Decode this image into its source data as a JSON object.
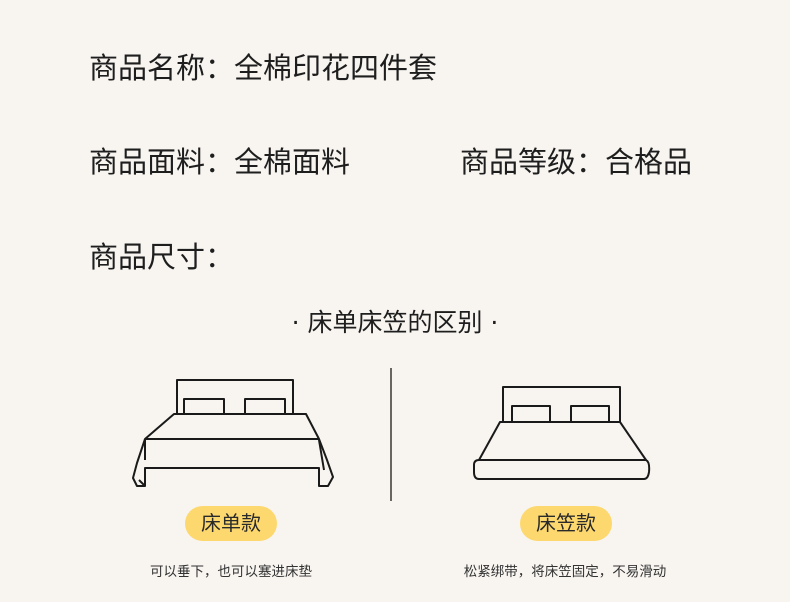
{
  "product": {
    "name": "商品名称：全棉印花四件套",
    "fabric": "商品面料：全棉面料",
    "grade": "商品等级：合格品",
    "size": "商品尺寸："
  },
  "section": {
    "title": "· 床单床笠的区别 ·",
    "items": [
      {
        "label": "床单款",
        "caption": "可以垂下，也可以塞进床垫",
        "icon": "flat-sheet-bed-icon"
      },
      {
        "label": "床笠款",
        "caption": "松紧绑带，将床笠固定，不易滑动",
        "icon": "fitted-sheet-bed-icon"
      }
    ]
  },
  "colors": {
    "background": "#f8f5f1",
    "pill": "#fdd86f",
    "text": "#1e1e1e"
  }
}
